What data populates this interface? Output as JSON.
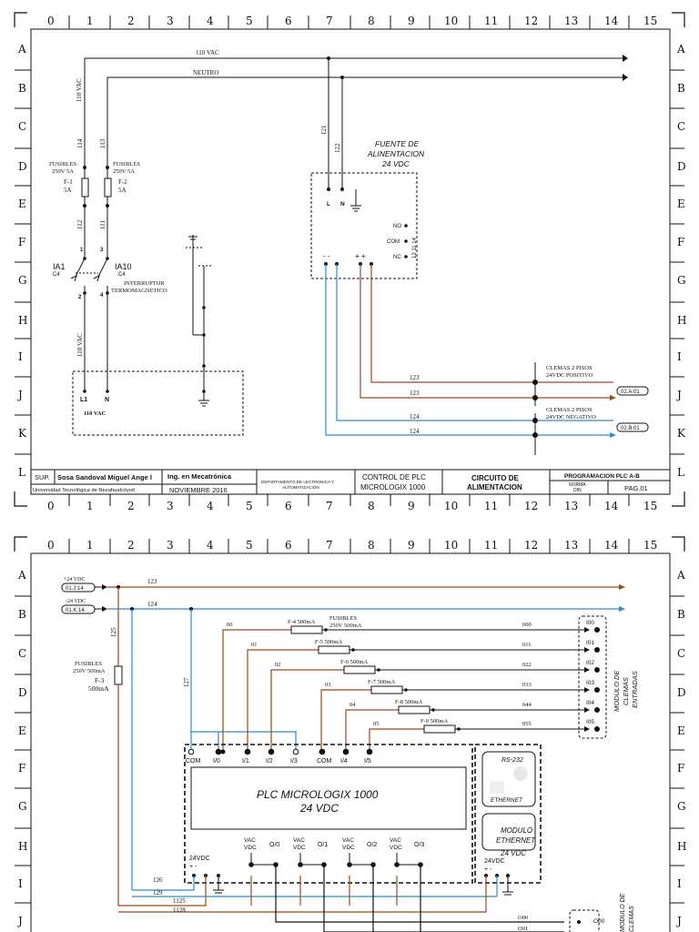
{
  "sheet1": {
    "columns": [
      "0",
      "1",
      "2",
      "3",
      "4",
      "5",
      "6",
      "7",
      "8",
      "9",
      "10",
      "11",
      "12",
      "13",
      "14",
      "15"
    ],
    "rows": [
      "A",
      "B",
      "C",
      "D",
      "E",
      "F",
      "G",
      "H",
      "I",
      "J",
      "K",
      "L"
    ],
    "bus": {
      "line_110": "110 VAC",
      "neutro": "NEUTRO",
      "vertical_110": "110 VAC"
    },
    "fuses": {
      "left_label": "FUSIBLES\n250V 5A",
      "left_name": "F-1\n5A",
      "right_label": "FUSIBLES\n250V 5A",
      "right_name": "F-2\n5A"
    },
    "wires": {
      "w114": "114",
      "w113": "113",
      "w112": "112",
      "w111": "111",
      "w121": "121",
      "w122": "122",
      "w110_lower": "110 VAC"
    },
    "breaker": {
      "ia1": "IA1",
      "ia1_c": "C4",
      "ia10": "IA10",
      "ia10_c": "C4",
      "desc": "INTERRUPTOR\nTERMOMAGNETICO",
      "t1": "1",
      "t2": "2",
      "t3": "3",
      "t4": "4"
    },
    "supply": {
      "title": "FUENTE DE\nALINENTACION\n24 VDC",
      "l": "L",
      "n": "N",
      "no": "NO",
      "com": "COM",
      "nc": "NC",
      "nums": "12  11  14",
      "neg": "-  -",
      "pos": "+  +"
    },
    "input_box": {
      "l1": "L1",
      "n": "N",
      "label": "110 VAC"
    },
    "outputs": {
      "w123a": "123",
      "w123b": "123",
      "w124a": "124",
      "w124b": "124",
      "clemas_pos": "CLEMAS 2 PISOS\n24VDC POSITIVO",
      "clemas_neg": "CLEMAS 2 PISOS\n24VDC NEGATIVO",
      "ref_pos": "02.A:01",
      "ref_neg": "02.B:01"
    },
    "title_block": {
      "sup": "SUP.",
      "author": "Sosa Sandoval Miguel Ange l",
      "degree": "Ing. en Mecatrónica",
      "university": "Universidad Tecnológica de Nezahualcóyotl",
      "date": "NOVIEMBRE 2016",
      "department": "DEPARTAMENTO DE LECTRONICA Y\nAUTOMATIZACION",
      "control": "CONTROL DE PLC\nMICROLOGIX 1000",
      "circuit": "CIRCUITO DE\nALIMENTACION",
      "program": "PROGRAMACION PLC A-B",
      "norma": "NORMA\nDIN",
      "page": "PAG.01"
    }
  },
  "sheet2": {
    "columns": [
      "0",
      "1",
      "2",
      "3",
      "4",
      "5",
      "6",
      "7",
      "8",
      "9",
      "10",
      "11",
      "12",
      "13",
      "14",
      "15"
    ],
    "rows": [
      "A",
      "B",
      "C",
      "D",
      "E",
      "F",
      "G",
      "H",
      "I",
      "J"
    ],
    "refs": {
      "pos_label": "+24 VDC",
      "pos_ref": "01.J:14",
      "neg_label": "-24 VDC",
      "neg_ref": "01.K:14"
    },
    "wires": {
      "w123": "123",
      "w124": "124",
      "w125": "125",
      "w127": "127",
      "w126": "126",
      "w129": "129",
      "w1125": "1125",
      "w1128": "1128"
    },
    "fuse_f3": {
      "label": "FUSIBLES\n250V 500mA",
      "name": "F-3\n500mA"
    },
    "fuse_group_label": "FUSIBLES\n250V 500mA",
    "input_fuses": [
      {
        "name": "F-4 500mA",
        "left": "00",
        "right": "000",
        "term": "I00"
      },
      {
        "name": "F-5 500mA",
        "left": "01",
        "right": "011",
        "term": "I01"
      },
      {
        "name": "F-6 500mA",
        "left": "02",
        "right": "022",
        "term": "I02"
      },
      {
        "name": "F-7 500mA",
        "left": "03",
        "right": "033",
        "term": "I03"
      },
      {
        "name": "F-8 500mA",
        "left": "04",
        "right": "044",
        "term": "I04"
      },
      {
        "name": "F-9 500mA",
        "left": "05",
        "right": "055",
        "term": "I05"
      }
    ],
    "module_inputs": "MODULO DE\nCLEMAS\nENTRADAS",
    "plc": {
      "title": "PLC MICROLOGIX 1000\n24 VDC",
      "inputs": [
        "COM",
        "I/0",
        "I/1",
        "I/2",
        "I/3",
        "COM",
        "I/4",
        "I/5"
      ],
      "outputs": [
        "VAC\nVDC",
        "O/0",
        "VAC\nVDC",
        "O/1",
        "VAC\nVDC",
        "O/2",
        "VAC\nVDC",
        "O/3"
      ],
      "vdc": "24VDC",
      "pm": "+  -"
    },
    "ethernet": {
      "rs232": "RS-232",
      "eth": "ETHERNET",
      "module": "MODULO\nETHERNET\n24 VDC",
      "vdc": "24VDC",
      "pm": "+  -"
    },
    "outputs_bottom": {
      "o000": "O00",
      "o000w": "O00",
      "o001": "O01",
      "module": "MODULO DE\nCLEMAS"
    }
  },
  "colors": {
    "brown": "#9a4a1c",
    "blue": "#2f8cc8",
    "black": "#111111"
  }
}
